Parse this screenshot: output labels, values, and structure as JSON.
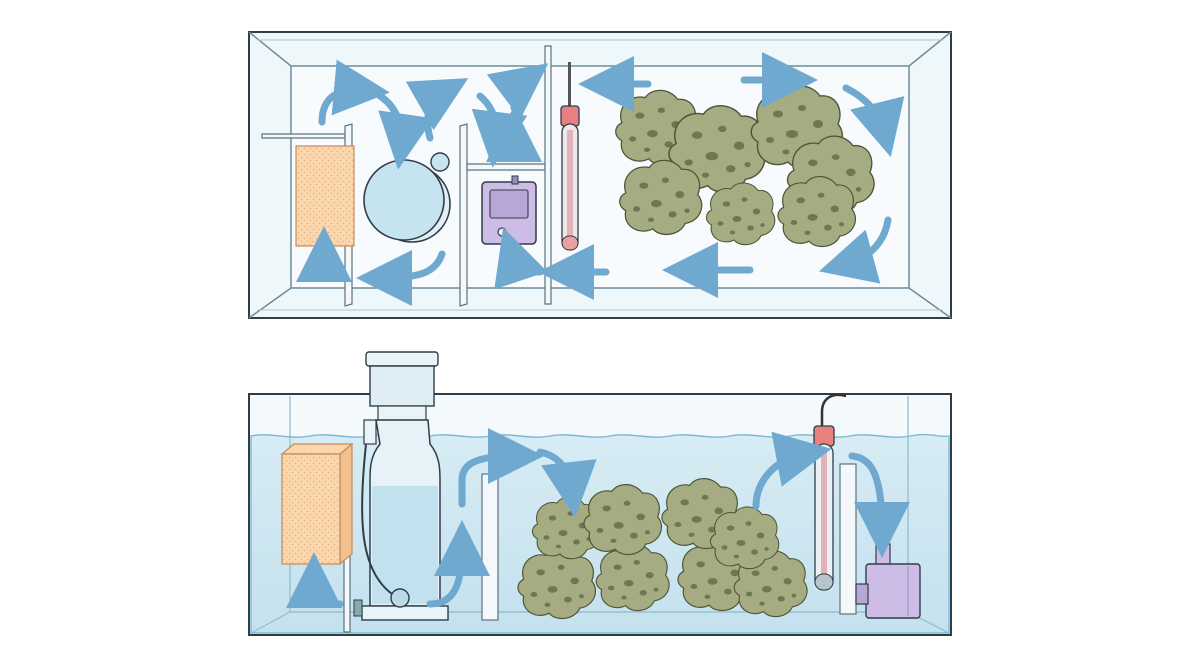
{
  "diagram": {
    "views": [
      "top-view",
      "side-view"
    ],
    "colors": {
      "tank_outline": "#2f3d4a",
      "glass_fill": "#eaf5f9",
      "glass_edge": "#8fb9c9",
      "water": "#cfe8f2",
      "water_line": "#7fb7d0",
      "arrow": "#6fa9cf",
      "arrow_edge": "#3f7fa8",
      "filter_sponge": "#fbd7b0",
      "skimmer_body": "#cfe6f1",
      "pump": "#cdbde6",
      "heater_cap": "#e88080",
      "rock": "#a6ac82",
      "rock_hole": "#6f7752",
      "baffle": "#f4f8fa"
    },
    "components": [
      {
        "name": "filter-sponge",
        "icon": "sponge-block"
      },
      {
        "name": "protein-skimmer",
        "icon": "skimmer"
      },
      {
        "name": "return-pump",
        "icon": "pump"
      },
      {
        "name": "heater",
        "icon": "heater-tube"
      },
      {
        "name": "live-rock",
        "icon": "rock-cluster"
      },
      {
        "name": "baffles",
        "icon": "glass-divider"
      },
      {
        "name": "flow-arrows",
        "icon": "arrow"
      }
    ]
  }
}
